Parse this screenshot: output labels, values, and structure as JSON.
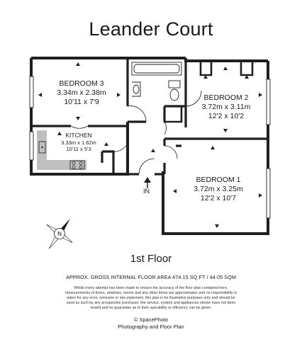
{
  "title": "Leander Court",
  "floor_label": "1st Floor",
  "area_text": "APPROX. GROSS INTERNAL FLOOR AREA 474.15 SQ FT / 44.05  SQM",
  "disclaimer": "Whilst every attempt has been made to ensure the accuracy of the floor plan contained here, measurements of doors, windows, rooms and any other items are approximates and no responsibility is taken for any error, omission or mis-statement. this plan is for illustrative purposes only and should be used as such by any prospective purchaser. the service, system and appliances shown have not been tested and no guarantee as to their operability or efficiency can be given.",
  "copyright_line": "©  SpacePhoto",
  "company_line": "Photography and Floor Plan",
  "entry_label": "IN",
  "rooms": {
    "bedroom3": {
      "name": "BEDROOM 3",
      "metric": "3.34m x 2.38m",
      "imperial": "10'11 x 7'9"
    },
    "bedroom2": {
      "name": "BEDROOM 2",
      "metric": "3.72m x 3.11m",
      "imperial": "12'2 x 10'2"
    },
    "kitchen": {
      "name": "KITCHEN",
      "metric": "3.33m x 1.62m",
      "imperial": "10'11 x 5'3"
    },
    "bedroom1": {
      "name": "BEDROOM 1",
      "metric": "3.72m x 3.25m",
      "imperial": "12'2 x 10'7"
    }
  },
  "colors": {
    "wall": "#1f1f1f",
    "kitchen_counter": "#bfbfbf",
    "window": "#ffffff"
  },
  "compass_symbol": "compass-north-icon"
}
